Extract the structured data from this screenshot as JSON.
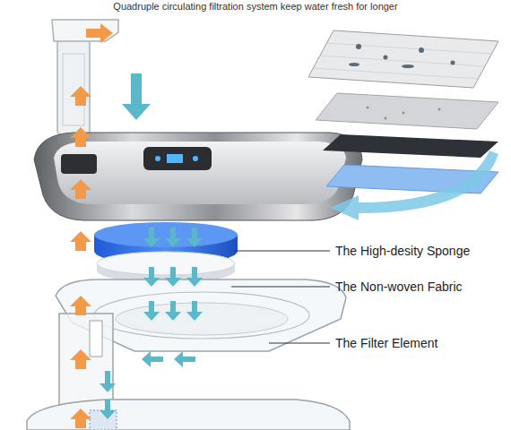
{
  "diagram": {
    "title": "Quadruple circulating filtration system keep water fresh for longer",
    "labels": [
      "The High-desity Sponge",
      "The Non-woven Fabric",
      "The Filter Element"
    ]
  }
}
